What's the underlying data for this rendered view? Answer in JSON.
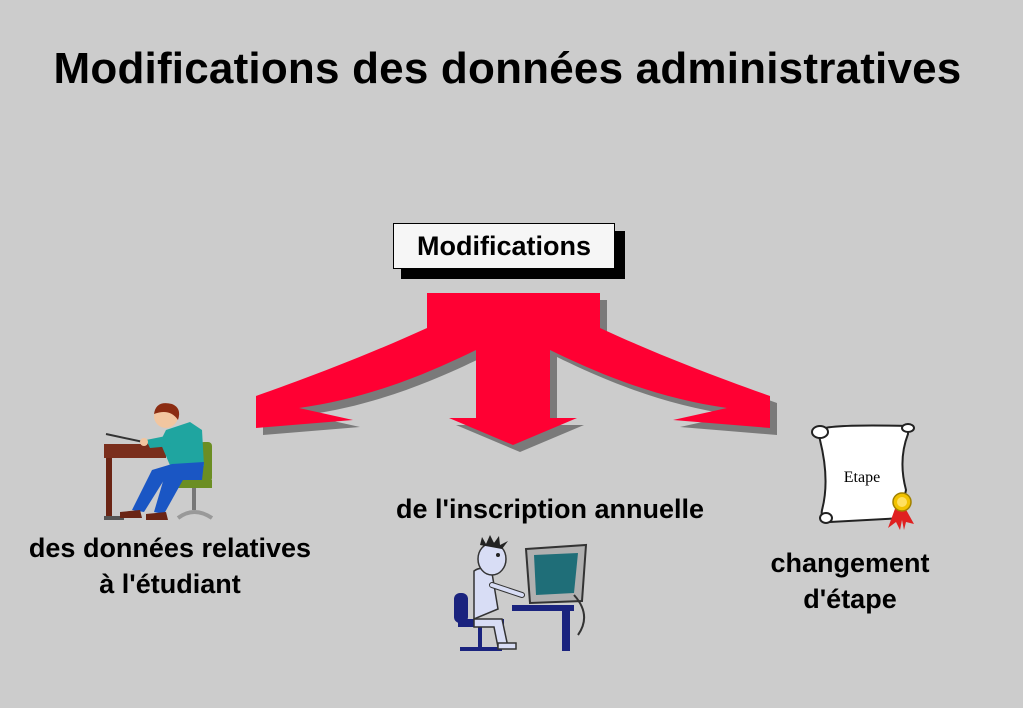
{
  "title": "Modifications des données administratives",
  "center_box": {
    "label": "Modifications"
  },
  "branches": [
    {
      "line1": "des données relatives",
      "line2": "à l'étudiant",
      "icon": "student-at-desk-icon"
    },
    {
      "line1": "de l'inscription annuelle",
      "icon": "person-at-computer-icon"
    },
    {
      "line1": "changement",
      "line2": "d'étape",
      "icon": "diploma-scroll-icon"
    }
  ],
  "scroll": {
    "text": "Etape"
  },
  "colors": {
    "background": "#cccccc",
    "arrow": "#ff0033",
    "arrow_shadow": "#7a7a7a"
  }
}
